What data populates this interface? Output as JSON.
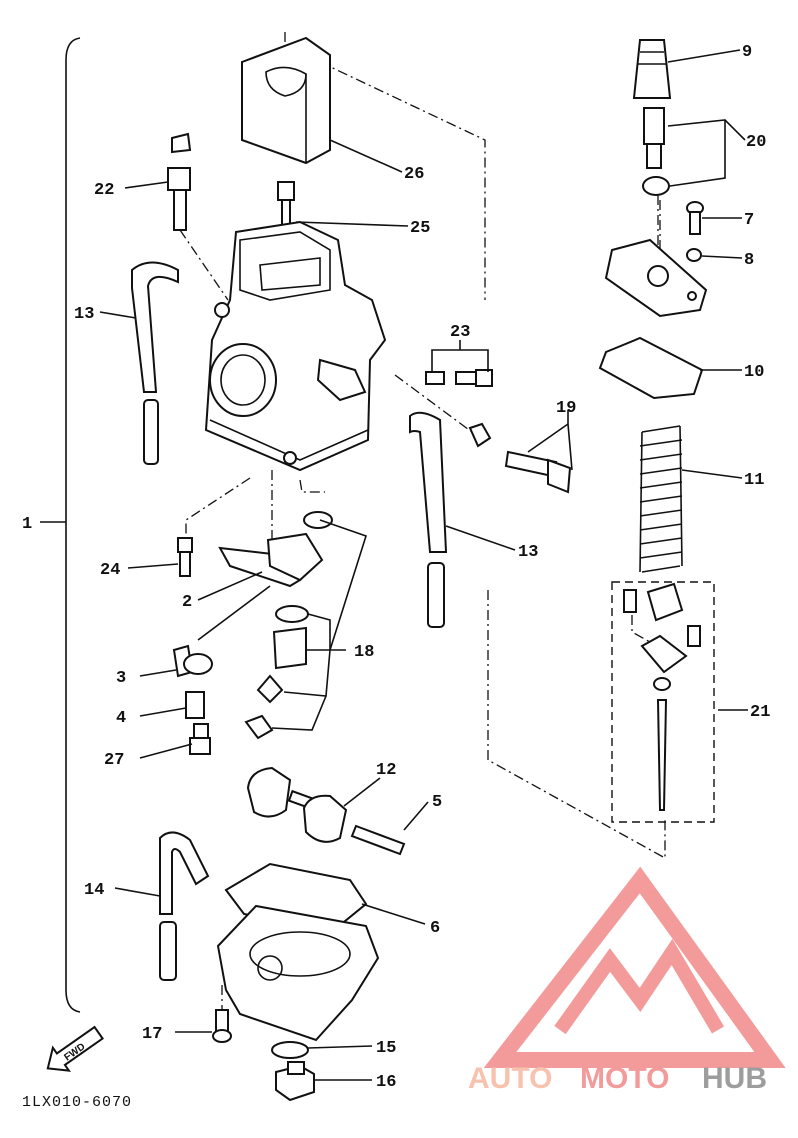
{
  "diagram_code": "1LX010-6070",
  "fwd_label": "FWD",
  "watermark": {
    "auto": "AUTO",
    "moto": "MOTO",
    "hub": "HUB"
  },
  "colors": {
    "ink": "#111111",
    "watermark_red": "#f28a8a",
    "watermark_orange": "#f6b9a2",
    "watermark_gray": "#8c8c8c"
  },
  "callouts": {
    "c1": "1",
    "c2": "2",
    "c3": "3",
    "c4": "4",
    "c5": "5",
    "c6": "6",
    "c7": "7",
    "c8": "8",
    "c9": "9",
    "c10": "10",
    "c11": "11",
    "c12": "12",
    "c13a": "13",
    "c13b": "13",
    "c14": "14",
    "c15": "15",
    "c16": "16",
    "c17": "17",
    "c18": "18",
    "c19": "19",
    "c20": "20",
    "c21": "21",
    "c22": "22",
    "c23": "23",
    "c24": "24",
    "c25": "25",
    "c26": "26",
    "c27": "27"
  }
}
